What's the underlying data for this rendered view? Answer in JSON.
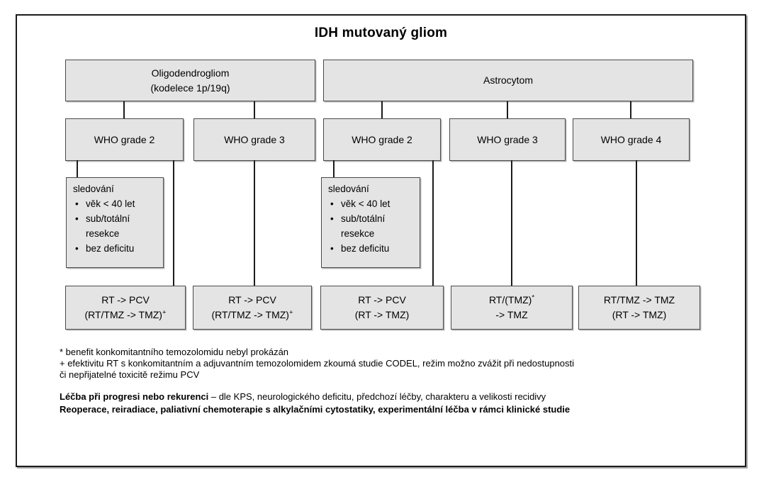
{
  "title": "IDH mutovaný gliom",
  "nodes": {
    "oligodendrogliom": {
      "line1": "Oligodendrogliom",
      "line2": "(kodelece 1p/19q)"
    },
    "astrocytom": {
      "label": "Astrocytom"
    },
    "grades": [
      "WHO grade 2",
      "WHO grade 3",
      "WHO grade 2",
      "WHO grade 3",
      "WHO grade 4"
    ]
  },
  "observation": {
    "title": "sledování",
    "bullet_char": "•",
    "bullets": [
      "věk < 40 let",
      "sub/totální resekce",
      "bez deficitu"
    ]
  },
  "treatments": [
    {
      "line1": "RT -> PCV",
      "sup1": "",
      "line2": "(RT/TMZ -> TMZ)",
      "sup2": "+"
    },
    {
      "line1": "RT -> PCV",
      "sup1": "",
      "line2": "(RT/TMZ -> TMZ)",
      "sup2": "+"
    },
    {
      "line1": "RT -> PCV",
      "sup1": "",
      "line2": "(RT -> TMZ)",
      "sup2": ""
    },
    {
      "line1": "RT/(TMZ)",
      "sup1": "*",
      "line2": "-> TMZ",
      "sup2": ""
    },
    {
      "line1": "RT/TMZ -> TMZ",
      "sup1": "",
      "line2": "(RT -> TMZ)",
      "sup2": ""
    }
  ],
  "footnotes": [
    "* benefit konkomitantního temozolomidu nebyl prokázán",
    "+ efektivitu RT s konkomitantním a adjuvantním temozolomidem zkoumá studie CODEL, režim možno zvážit při nedostupnosti",
    "či nepřijatelné toxicitě režimu PCV"
  ],
  "recurrence": {
    "lead": "Léčba při progresi nebo rekurenci",
    "detail": " – dle KPS, neurologického deficitu, předchozí léčby, charakteru a velikosti recidivy",
    "line2": "Reoperace, reiradiace, paliativní chemoterapie s alkylačními cytostatiky, experimentální léčba v rámci klinické studie"
  },
  "colors": {
    "box_fill": "#e4e4e4",
    "box_border": "#4a4a4a",
    "frame_border": "#1c1c1c",
    "text": "#000000"
  }
}
